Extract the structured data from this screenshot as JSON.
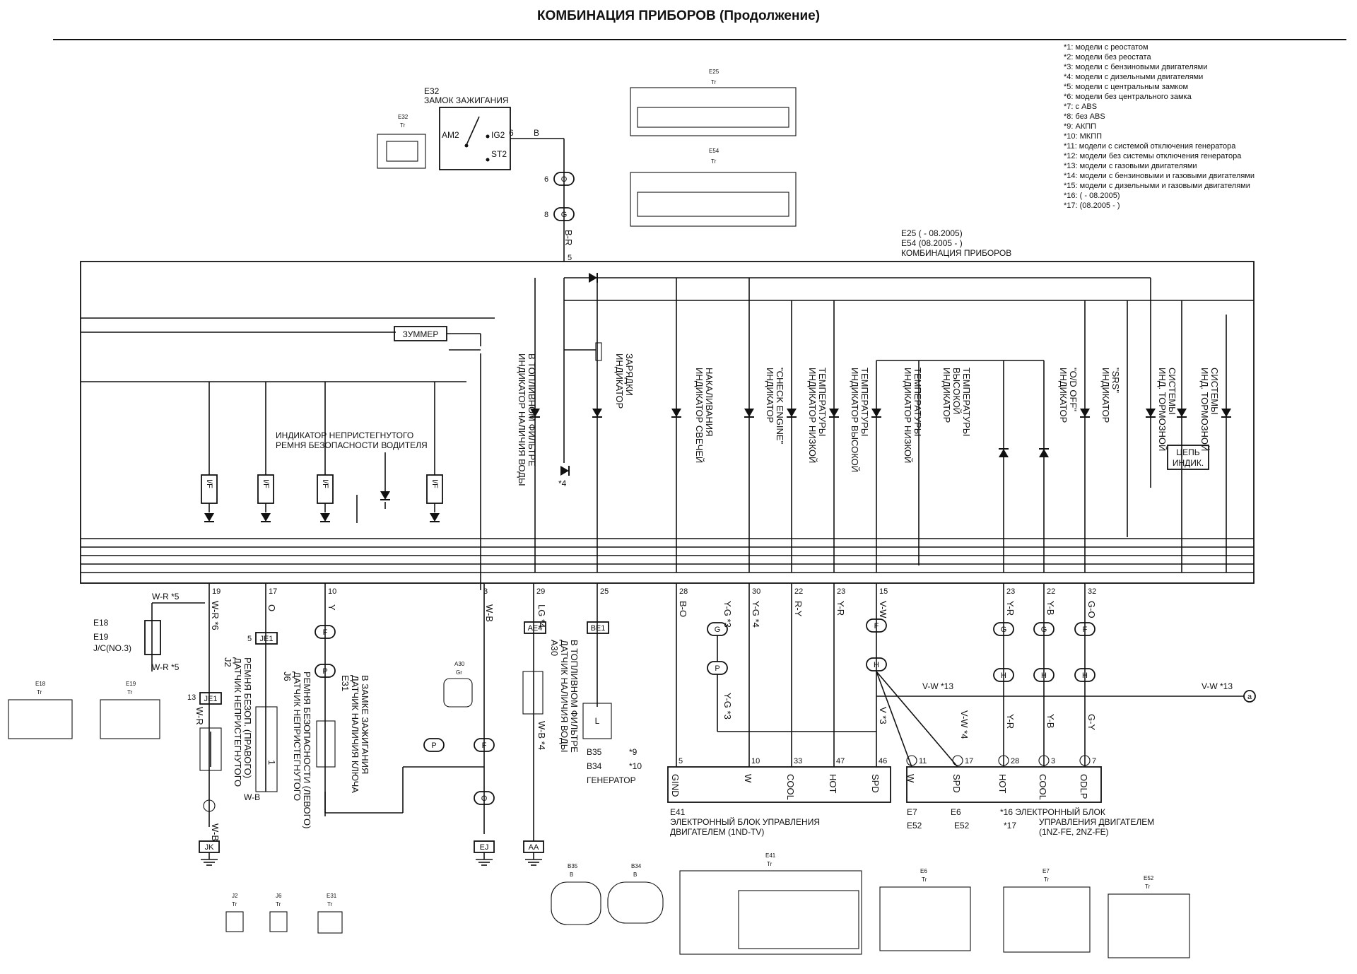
{
  "title": "КОМБИНАЦИЯ ПРИБОРОВ (Продолжение)",
  "notes": [
    "*1: модели с реостатом",
    "*2: модели без реостата",
    "*3: модели с бензиновыми двигателями",
    "*4: модели с дизельными двигателями",
    "*5: модели с центральным замком",
    "*6: модели без центрального замка",
    "*7: с ABS",
    "*8: без ABS",
    "*9: АКПП",
    "*10: МКПП",
    "*11: модели с системой отключения генератора",
    "*12: модели без системы отключения генератора",
    "*13: модели с газовыми двигателями",
    "*14: модели с бензиновыми и газовыми двигателями",
    "*15: модели с дизельными и газовыми двигателями",
    "*16: ( - 08.2005)",
    "*17: (08.2005 - )"
  ],
  "ignition": {
    "code": "E32",
    "name": "ЗАМОК ЗАЖИГАНИЯ",
    "pins": [
      "AM2",
      "IG2",
      "ST2"
    ],
    "pin_number": "6",
    "wire": "B"
  },
  "cluster": {
    "line1": "E25 ( - 08.2005)",
    "line2": "E54 (08.2005 - )",
    "line3": "КОМБИНАЦИЯ ПРИБОРОВ",
    "buzzer": "ЗУММЕР",
    "seatbelt_line1": "ИНДИКАТОР НЕПРИСТЕГНУТОГО",
    "seatbelt_line2": "РЕМНЯ БЕЗОПАСНОСТИ ВОДИТЕЛЯ",
    "circuit_line1": "ЦЕПЬ",
    "circuit_line2": "ИНДИК.",
    "if_label": "I/F",
    "star4": "*4",
    "water_1": "ИНДИКАТОР НАЛИЧИЯ ВОДЫ",
    "water_2": "В ТОПЛИВНОМ ФИЛЬТРЕ",
    "charge_1": "ИНДИКАТОР",
    "charge_2": "ЗАРЯДКИ",
    "glow_1": "ИНДИКАТОР СВЕЧЕЙ",
    "glow_2": "НАКАЛИВАНИЯ",
    "ce_1": "ИНДИКАТОР",
    "ce_2": "\"CHECK ENGINE\"",
    "lowt_1": "ИНДИКАТОР НИЗКОЙ",
    "lowt_2": "ТЕМПЕРАТУРЫ",
    "hight_1": "ИНДИКАТОР ВЫСОКОЙ",
    "hight_2": "ТЕМПЕРАТУРЫ",
    "lowt2_1": "ИНДИКАТОР НИЗКОЙ",
    "lowt2_2": "ТЕМПЕРАТУРЫ",
    "hight2_1": "ИНДИКАТОР",
    "hight2_2": "ВЫСОКОЙ",
    "hight2_3": "ТЕМПЕРАТУРЫ",
    "od_1": "ИНДИКАТОР",
    "od_2": "\"O/D OFF\"",
    "srs_1": "ИНДИКАТОР",
    "srs_2": "\"SRS\"",
    "brake_1": "ИНД. ТОРМОЗНОЙ",
    "brake_2": "СИСТЕМЫ",
    "brake2_1": "ИНД. ТОРМОЗНОЙ",
    "brake2_2": "СИСТЕМЫ"
  },
  "pins_bottom": [
    "19",
    "17",
    "10",
    "3",
    "29",
    "25",
    "28",
    "30",
    "22",
    "23",
    "15",
    "23",
    "22",
    "32"
  ],
  "wires": {
    "wr5": "W-R *5",
    "wr6": "W-R *6",
    "o": "O",
    "y": "Y",
    "wb": "W-B",
    "lg4": "LG *4",
    "bo": "B-O",
    "yg3": "Y-G *3",
    "yg4": "Y-G *4",
    "ry": "R-Y",
    "yr": "Y-R",
    "vw": "V-W",
    "vw13": "V-W *13",
    "v3": "V *3",
    "vw4": "V-W *4",
    "yb": "Y-B",
    "go": "G-O",
    "gy": "G-Y",
    "br": "B-R",
    "yg": "Y-G",
    "yg3b": "Y-G *3",
    "wbb": "W-B *4"
  },
  "connectors": {
    "e18": "E18",
    "e19": "E19",
    "jc": "J/C(NO.3)",
    "je1": "JE1",
    "je1b": "JE1",
    "ae4": "AE4",
    "be1": "BE1",
    "a": "a"
  },
  "sensors": {
    "j2_1": "J2",
    "j2_2": "ДАТЧИК НЕПРИСТЕГНУТОГО",
    "j2_3": "РЕМНЯ БЕЗОП. (ПРАВОГО)",
    "j6_1": "J6",
    "j6_2": "ДАТЧИК НЕПРИСТЕГНУТОГО",
    "j6_3": "РЕМНЯ БЕЗОПАСНОСТИ (ЛЕВОГО)",
    "e31_1": "E31",
    "e31_2": "ДАТЧИК НАЛИЧИЯ КЛЮЧА",
    "e31_3": "В ЗАМКЕ ЗАЖИГАНИЯ",
    "a30_1": "A30",
    "a30_2": "ДАТЧИК НАЛИЧИЯ ВОДЫ",
    "a30_3": "В ТОПЛИВНОМ ФИЛЬТРЕ",
    "gen_1": "B35",
    "gen_2": "*9",
    "gen_3": "B34",
    "gen_4": "*10",
    "gen_5": "ГЕНЕРАТОР",
    "gen_L": "L"
  },
  "grounds": [
    "JK",
    "EJ",
    "AA"
  ],
  "ecu1": {
    "code": "E41",
    "name1": "ЭЛЕКТРОННЫЙ БЛОК УПРАВЛЕНИЯ",
    "name2": "ДВИГАТЕЛЕМ (1ND-TV)",
    "terms": [
      "GIND",
      "W",
      "COOL",
      "HOT",
      "SPD"
    ],
    "nums": [
      "5",
      "10",
      "33",
      "47",
      "46"
    ]
  },
  "ecu2": {
    "l1": "E7",
    "l2": "E6",
    "l3": "*16 ЭЛЕКТРОННЫЙ БЛОК",
    "l4": "УПРАВЛЕНИЯ ДВИГАТЕЛЕМ",
    "l5": "E52",
    "l6": "E52",
    "l7": "*17",
    "l8": "(1NZ-FE, 2NZ-FE)",
    "terms": [
      "W",
      "SPD",
      "HOT",
      "COOL",
      "ODLP"
    ],
    "nums": [
      "11",
      "17",
      "28",
      "3",
      "7"
    ]
  },
  "thumbs": {
    "e32": "E32",
    "tr": "Tr",
    "e25": "E25",
    "e54": "E54",
    "e18": "E18",
    "e19": "E19",
    "a30": "A30",
    "gr": "Gr",
    "b35": "B35",
    "b34": "B34",
    "b": "B",
    "e41": "E41",
    "e6": "E6",
    "e7": "E7",
    "e52": "E52",
    "j2": "J2",
    "j6": "J6",
    "e31": "E31"
  }
}
